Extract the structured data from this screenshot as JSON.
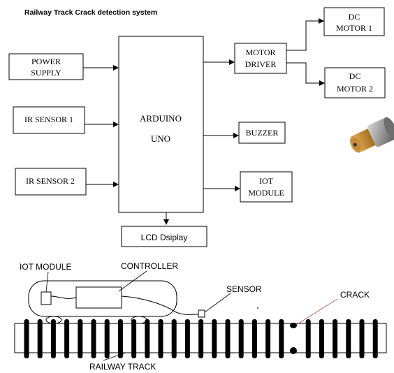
{
  "title": "Railway Track Crack detection system",
  "blocks": {
    "power_supply": [
      "POWER",
      "SUPPLY"
    ],
    "ir_sensor_1": "IR SENSOR 1",
    "ir_sensor_2": "IR SENSOR 2",
    "arduino": [
      "ARDUINO",
      "UNO"
    ],
    "motor_driver": [
      "MOTOR",
      "DRIVER"
    ],
    "dc_motor_1": [
      "DC",
      "MOTOR 1"
    ],
    "dc_motor_2": [
      "DC",
      "MOTOR 2"
    ],
    "buzzer": "BUZZER",
    "iot_module": [
      "IOT",
      "MODULE"
    ],
    "lcd": "LCD Dsiplay"
  },
  "track_labels": {
    "iot_module": "IOT MODULE",
    "controller": "CONTROLLER",
    "sensor": "SENSOR",
    "crack": "CRACK",
    "railway_track": "RAILWAY TRACK"
  },
  "icons": {
    "motor_photo": "dc-gear-motor-icon"
  },
  "colors": {
    "line": "#000000",
    "crack_leader": "#c0504d",
    "motor_body": "#8a8a8a"
  }
}
